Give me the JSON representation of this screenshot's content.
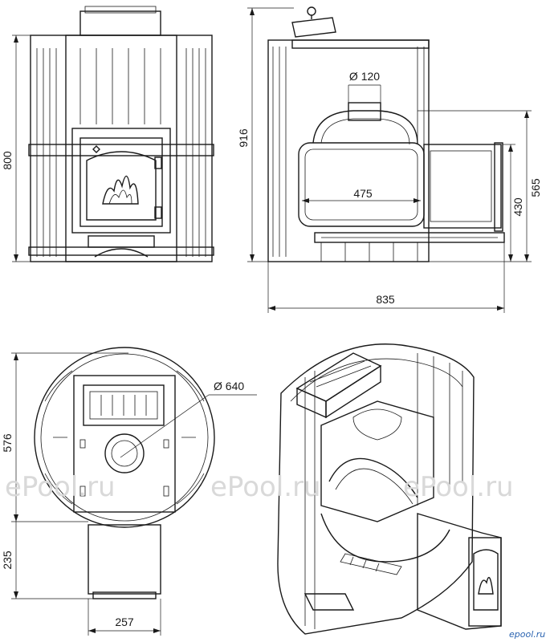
{
  "dimensions": {
    "front_height": "800",
    "side_height": "916",
    "chimney_diameter": "Ø 120",
    "firebox_length": "475",
    "side_height_tunnel": "565",
    "tunnel_height": "430",
    "total_depth": "835",
    "top_diameter": "Ø 640",
    "top_depth": "576",
    "tunnel_extension": "235",
    "tunnel_width": "257"
  },
  "watermarks": [
    "ePool.ru",
    "ePool.ru",
    "ePool.ru"
  ],
  "logo": "epool.ru",
  "colors": {
    "line": "#1a1a1a",
    "watermark": "#d9d9d9",
    "logo": "#2a63b0"
  }
}
